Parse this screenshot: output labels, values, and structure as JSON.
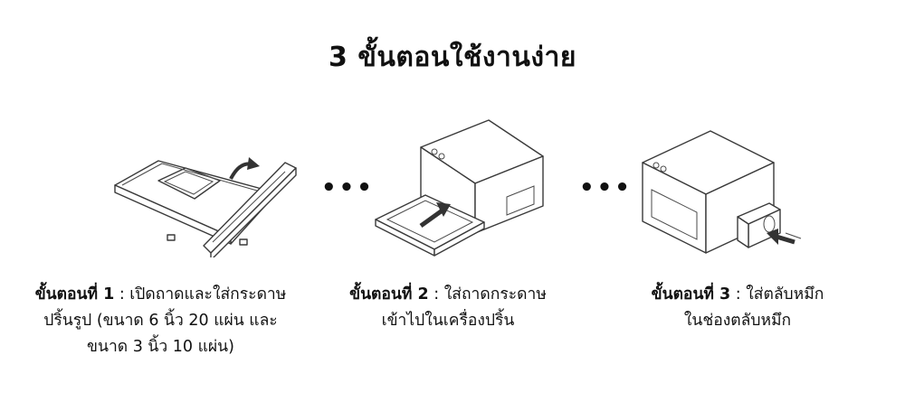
{
  "title": "3  ขั้นตอนใช้งานง่าย",
  "separator": "•••",
  "steps": [
    {
      "label": "ขั้นตอนที่ 1",
      "line1_rest": " : เปิดถาดและใส่กระดาษ",
      "line2": "ปริ้นรูป (ขนาด 6 นิ้ว 20 แผ่น และ",
      "line3": "ขนาด 3 นิ้ว 10 แผ่น)"
    },
    {
      "label": "ขั้นตอนที่ 2",
      "line1_rest": " : ใส่ถาดกระดาษ",
      "line2": "เข้าไปในเครื่องปริ้น"
    },
    {
      "label": "ขั้นตอนที่ 3",
      "line1_rest": " : ใส่ตลับหมึก",
      "line2": "ในช่องตลับหมึก"
    }
  ]
}
